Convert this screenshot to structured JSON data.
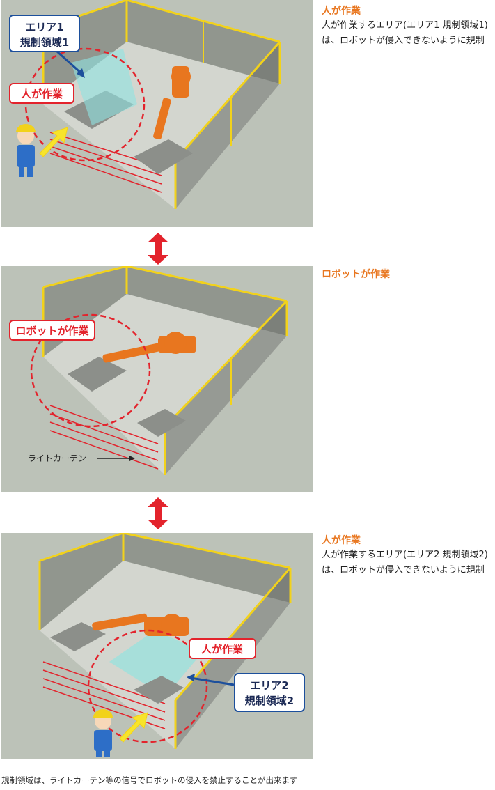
{
  "panels": [
    {
      "tag": "人が作業",
      "area_line1": "エリア1",
      "area_line2": "規制領域1",
      "side_title": "人が作業",
      "side_body": "人が作業するエリア(エリア1 規制領域1)は、ロボットが侵入できないように規制"
    },
    {
      "tag": "ロボットが作業",
      "curtain_label": "ライトカーテン",
      "side_title": "ロボットが作業"
    },
    {
      "tag": "人が作業",
      "area_line1": "エリア2",
      "area_line2": "規制領域2",
      "side_title": "人が作業",
      "side_body": "人が作業するエリア(エリア2 規制領域2)は、ロボットが侵入できないように規制"
    }
  ],
  "caption": "規制領域は、ライトカーテン等の信号でロボットの侵入を禁止することが出来ます",
  "colors": {
    "accent_orange": "#e8761f",
    "tag_red": "#e3232c",
    "area_blue": "#1c4f9c",
    "fence_yellow": "#f2d21b"
  }
}
